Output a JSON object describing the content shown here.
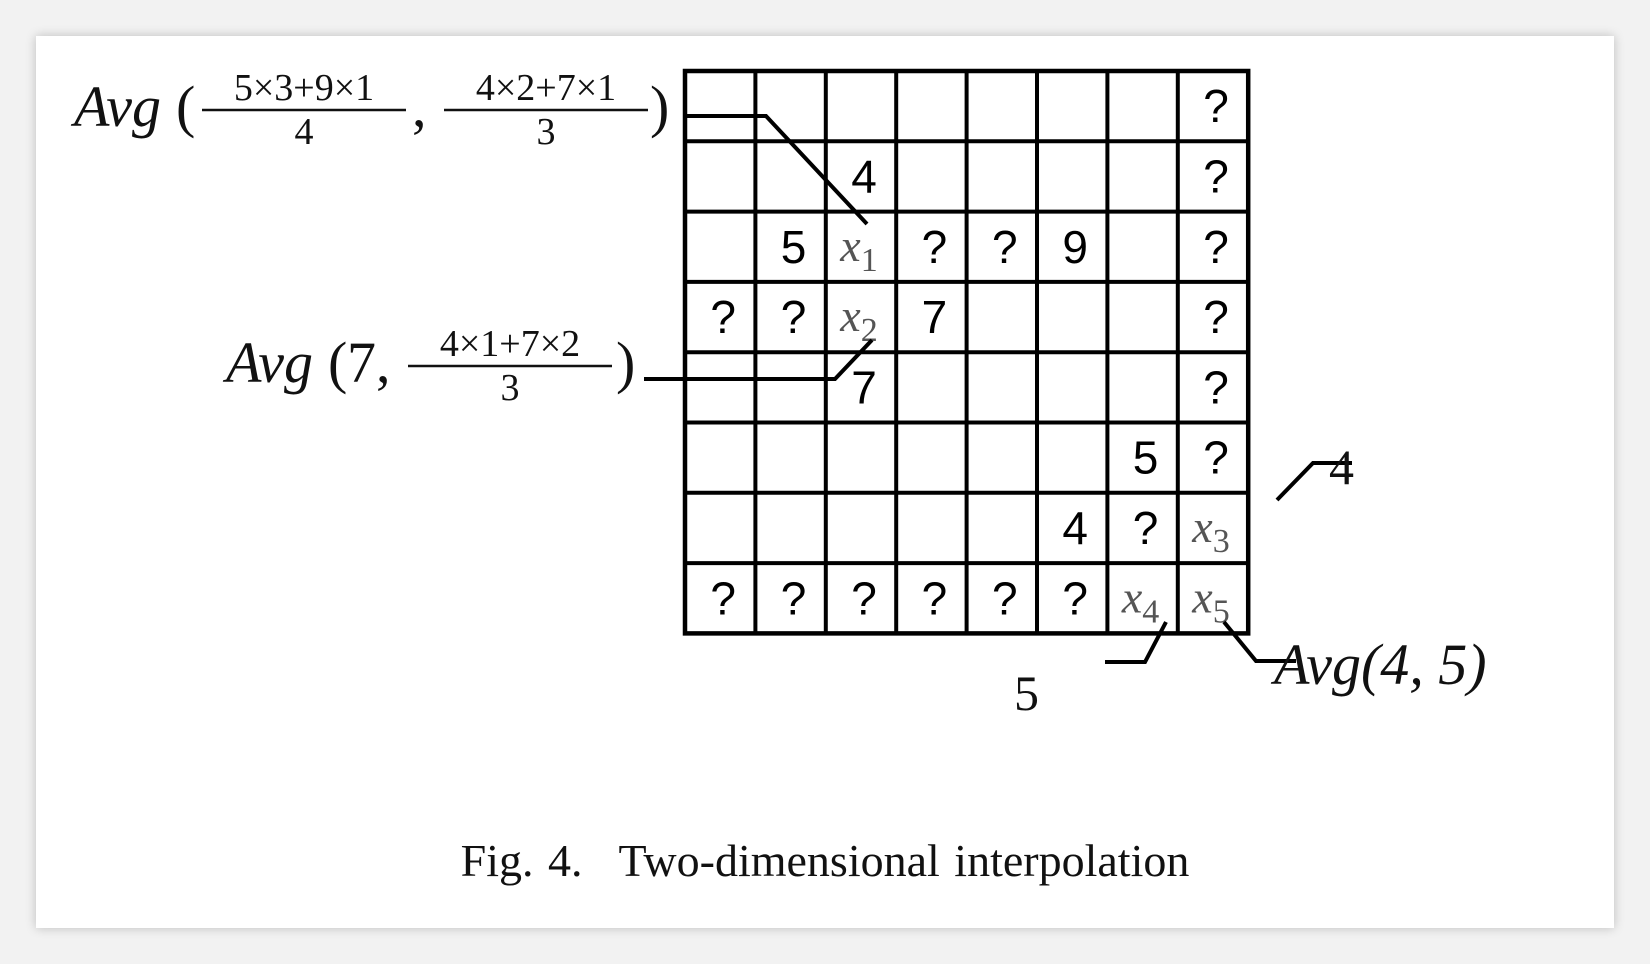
{
  "grid": {
    "rows": 8,
    "cols": 8,
    "cells": [
      [
        "",
        "",
        "",
        "",
        "",
        "",
        "",
        "?"
      ],
      [
        "",
        "",
        "4",
        "",
        "",
        "",
        "",
        "?"
      ],
      [
        "",
        "5",
        "x1",
        "?",
        "?",
        "9",
        "",
        "?"
      ],
      [
        "?",
        "?",
        "x2",
        "7",
        "",
        "",
        "",
        "?"
      ],
      [
        "",
        "",
        "7",
        "",
        "",
        "",
        "",
        "?"
      ],
      [
        "",
        "",
        "",
        "",
        "",
        "",
        "5",
        "?"
      ],
      [
        "",
        "",
        "",
        "",
        "",
        "4",
        "?",
        "x3"
      ],
      [
        "?",
        "?",
        "?",
        "?",
        "?",
        "?",
        "x4",
        "x5"
      ]
    ]
  },
  "annotations": {
    "x1": {
      "func": "Avg",
      "frac1": {
        "num": "5×3+9×1",
        "den": "4"
      },
      "separator": ",",
      "frac2": {
        "num": "4×2+7×1",
        "den": "3"
      }
    },
    "x2": {
      "func": "Avg",
      "first_arg": "7,",
      "frac": {
        "num": "4×1+7×2",
        "den": "3"
      }
    },
    "x3": {
      "value": "4"
    },
    "x4": {
      "value": "5"
    },
    "x5": {
      "expr": "Avg(4, 5)"
    }
  },
  "caption": {
    "label": "Fig. 4.",
    "text": "Two-dimensional interpolation"
  }
}
